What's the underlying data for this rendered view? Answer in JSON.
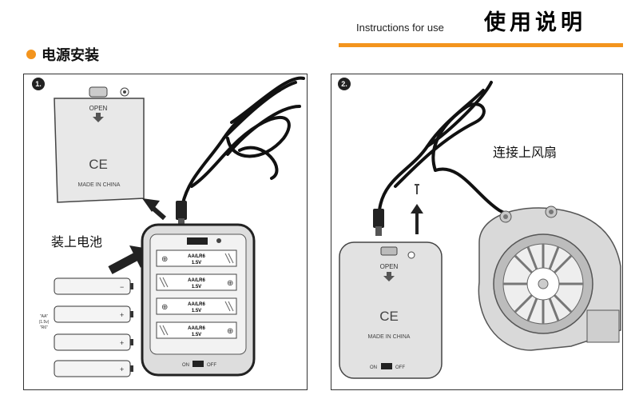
{
  "header": {
    "subtitle_en": "Instructions for use",
    "title_cn": "使用说明"
  },
  "section": {
    "title": "电源安装"
  },
  "step1": {
    "number": "1.",
    "cover_open": "OPEN",
    "cover_ce": "CE",
    "cover_made_in": "MADE IN CHINA",
    "install_label": "装上电池",
    "battery_type": "AA/LR6",
    "battery_voltage": "1.5V",
    "battery_count": 4,
    "side_note": [
      "\"AA\"",
      "(1.5v)",
      "\"R6\""
    ],
    "switch_on": "ON",
    "switch_off": "OFF"
  },
  "step2": {
    "number": "2.",
    "connect_label": "连接上风扇",
    "box_open": "OPEN",
    "box_ce": "CE",
    "box_made_in": "MADE IN CHINA",
    "switch_on": "ON",
    "switch_off": "OFF"
  },
  "colors": {
    "accent": "#f3941d",
    "ink": "#222222",
    "panel_border": "#333333"
  }
}
